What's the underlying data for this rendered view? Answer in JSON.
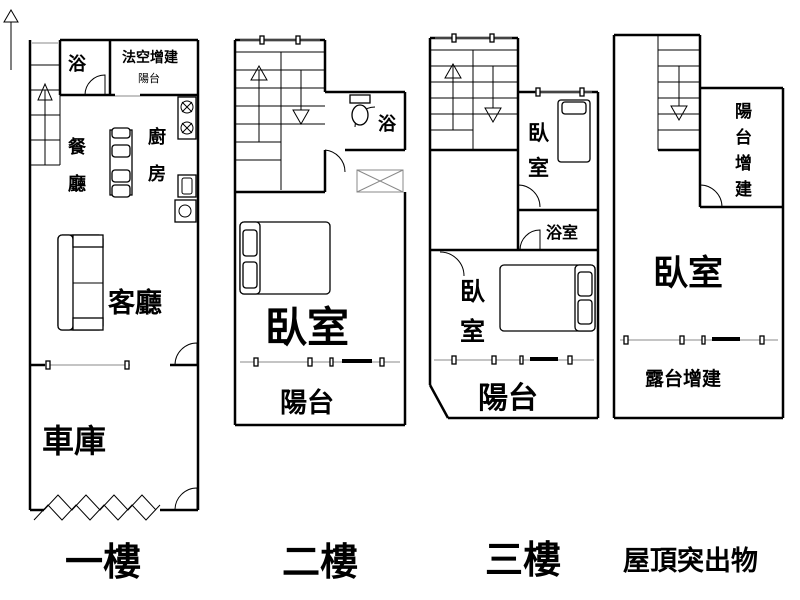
{
  "floor1": {
    "bath": "浴",
    "addition_line1": "法空增建",
    "addition_line2": "陽台",
    "dining_1": "餐",
    "dining_2": "廳",
    "kitchen_1": "廚",
    "kitchen_2": "房",
    "living": "客廳",
    "garage": "車庫",
    "label": "一樓"
  },
  "floor2": {
    "bath": "浴",
    "bedroom": "臥室",
    "balcony": "陽台",
    "label": "二樓"
  },
  "floor3": {
    "bedroom_small_1": "臥",
    "bedroom_small_2": "室",
    "bath": "浴室",
    "bedroom_large_1": "臥",
    "bedroom_large_2": "室",
    "balcony": "陽台",
    "label": "三樓"
  },
  "roof": {
    "balcony_addition_1": "陽",
    "balcony_addition_2": "台",
    "balcony_addition_3": "增",
    "balcony_addition_4": "建",
    "bedroom": "臥室",
    "terrace_addition": "露台增建",
    "label": "屋頂突出物"
  }
}
